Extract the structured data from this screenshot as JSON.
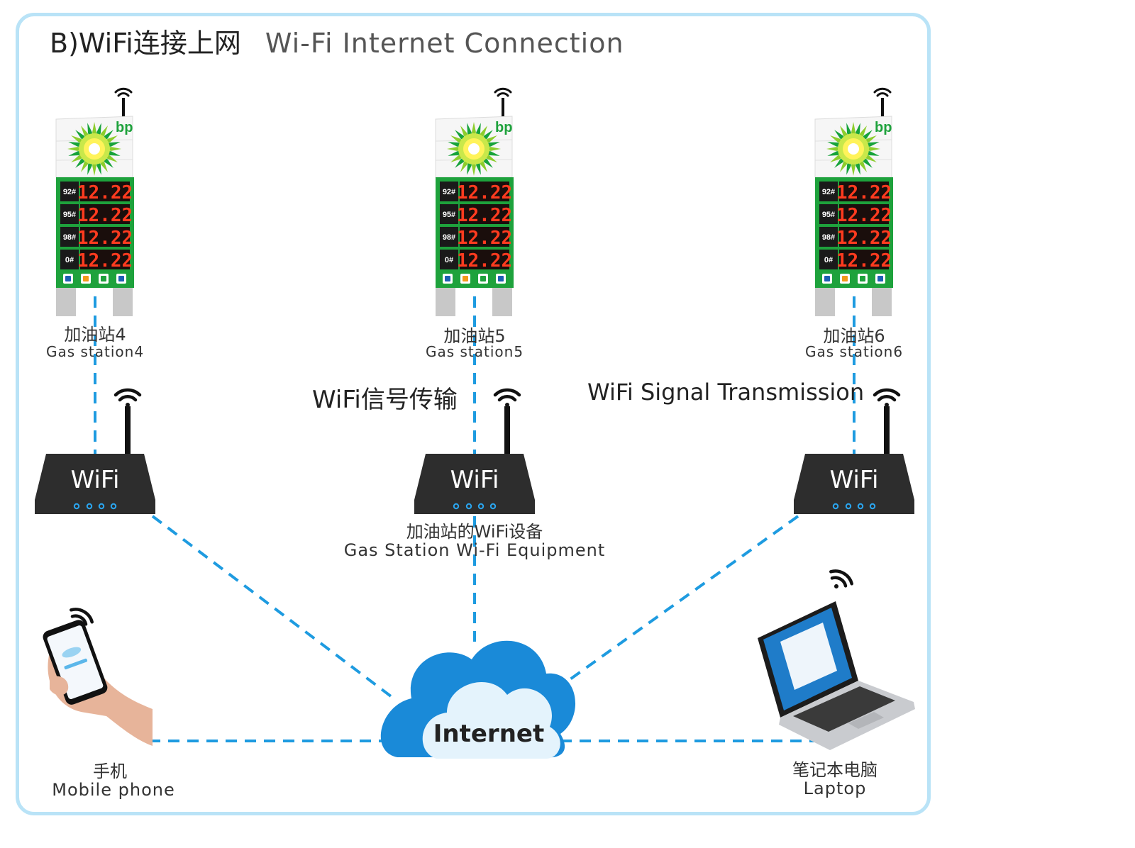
{
  "title": {
    "cn": "B)WiFi连接上网",
    "en": "Wi-Fi Internet Connection"
  },
  "stations": [
    {
      "logo": "bp",
      "cn": "加油站4",
      "en": "Gas station4",
      "prices": [
        {
          "grade": "92#",
          "price": "12.22"
        },
        {
          "grade": "95#",
          "price": "12.22"
        },
        {
          "grade": "98#",
          "price": "12.22"
        },
        {
          "grade": "0#",
          "price": "12.22"
        }
      ],
      "icons": [
        "parking-icon",
        "food-icon",
        "wifi-icon",
        "restroom-icon"
      ]
    },
    {
      "logo": "bp",
      "cn": "加油站5",
      "en": "Gas station5",
      "prices": [
        {
          "grade": "92#",
          "price": "12.22"
        },
        {
          "grade": "95#",
          "price": "12.22"
        },
        {
          "grade": "98#",
          "price": "12.22"
        },
        {
          "grade": "0#",
          "price": "12.22"
        }
      ],
      "icons": [
        "parking-icon",
        "food-icon",
        "wifi-icon",
        "restroom-icon"
      ]
    },
    {
      "logo": "bp",
      "cn": "加油站6",
      "en": "Gas station6",
      "prices": [
        {
          "grade": "92#",
          "price": "12.22"
        },
        {
          "grade": "95#",
          "price": "12.22"
        },
        {
          "grade": "98#",
          "price": "12.22"
        },
        {
          "grade": "0#",
          "price": "12.22"
        }
      ],
      "icons": [
        "parking-icon",
        "food-icon",
        "wifi-icon",
        "restroom-icon"
      ]
    }
  ],
  "routers": [
    {
      "label": "WiFi"
    },
    {
      "label": "WiFi"
    },
    {
      "label": "WiFi"
    }
  ],
  "signal": {
    "cn": "WiFi信号传输",
    "en": "WiFi Signal Transmission"
  },
  "equipment": {
    "cn": "加油站的WiFi设备",
    "en": "Gas Station Wi-Fi Equipment"
  },
  "internet": {
    "label": "Internet"
  },
  "phone": {
    "cn": "手机",
    "en": "Mobile phone"
  },
  "laptop": {
    "cn": "笔记本电脑",
    "en": "Laptop"
  },
  "colors": {
    "frame": "#b9e3f7",
    "dash": "#1e9be0",
    "cloud": "#1a8ad8",
    "cloud_inner": "#e4f3fc",
    "board_green": "#1ea23c",
    "led_red": "#ff3b1f",
    "router": "#2d2d2d"
  }
}
